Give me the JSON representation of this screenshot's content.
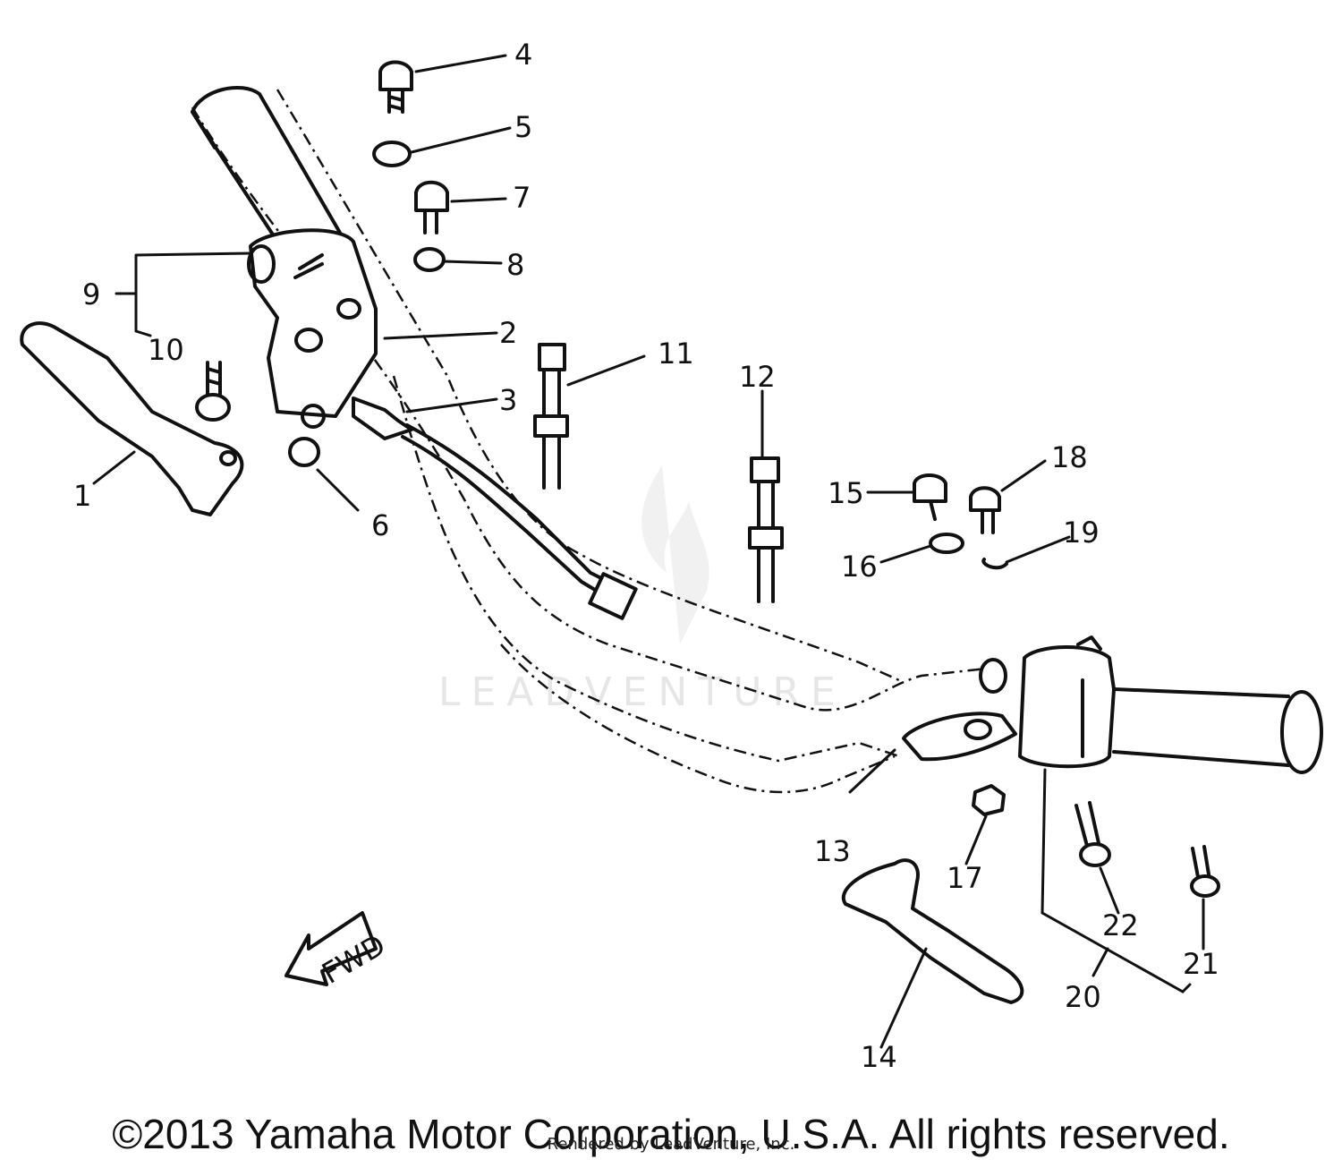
{
  "diagram": {
    "part_numbers": [
      "1",
      "2",
      "3",
      "4",
      "5",
      "6",
      "7",
      "8",
      "9",
      "10",
      "11",
      "12",
      "13",
      "14",
      "15",
      "16",
      "17",
      "18",
      "19",
      "20",
      "21",
      "22"
    ],
    "direction_label": "FWD"
  },
  "footer": {
    "copyright": "©2013 Yamaha Motor Corporation, U.S.A. All rights reserved.",
    "rendered_by": "Rendered by LeadVenture, Inc."
  },
  "watermark": {
    "text": "LEADVENTURE"
  }
}
